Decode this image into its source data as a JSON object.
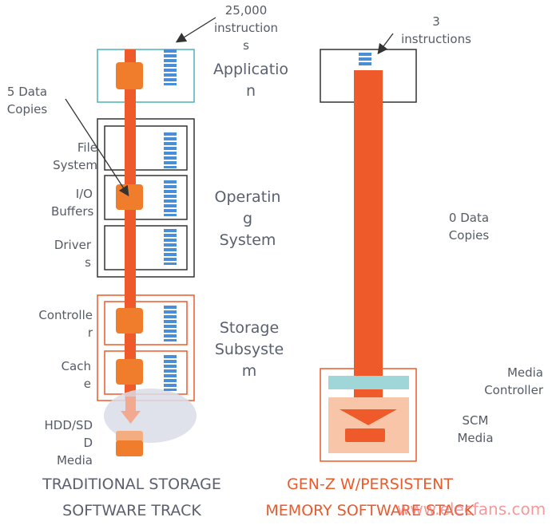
{
  "colors": {
    "orange": "#ee5a2a",
    "orange_block": "#f07d2c",
    "blue": "#4a8fd6",
    "teal": "#4ab3b8",
    "teal_fill": "#9fd6d8",
    "dark": "#333333",
    "peach": "#f8c5a8",
    "bubble": "#d9dde8"
  },
  "left": {
    "instructions": "25,000\ninstruction\ns",
    "data_copies": "5 Data\nCopies",
    "layers": {
      "application": "Applicatio\nn",
      "operating_system": "Operatin\ng\nSystem",
      "storage_subsystem": "Storage\nSubsyste\nm"
    },
    "components": {
      "file_system": "File\nSystem",
      "io_buffers": "I/O\nBuffers",
      "drivers": "Driver\ns",
      "controller": "Controlle\nr",
      "cache": "Cach\ne",
      "media": "HDD/SD\nD\nMedia"
    },
    "caption": {
      "line1": "TRADITIONAL STORAGE",
      "line2": "SOFTWARE TRACK"
    }
  },
  "right": {
    "instructions": "3\ninstructions",
    "data_copies": "0 Data\nCopies",
    "media_controller": "Media\nController",
    "scm_media": "SCM\nMedia",
    "caption": {
      "line1": "GEN-Z W/PERSISTENT",
      "line2": "MEMORY SOFTWARE STACK"
    }
  },
  "watermark": "www.elecfans.com"
}
